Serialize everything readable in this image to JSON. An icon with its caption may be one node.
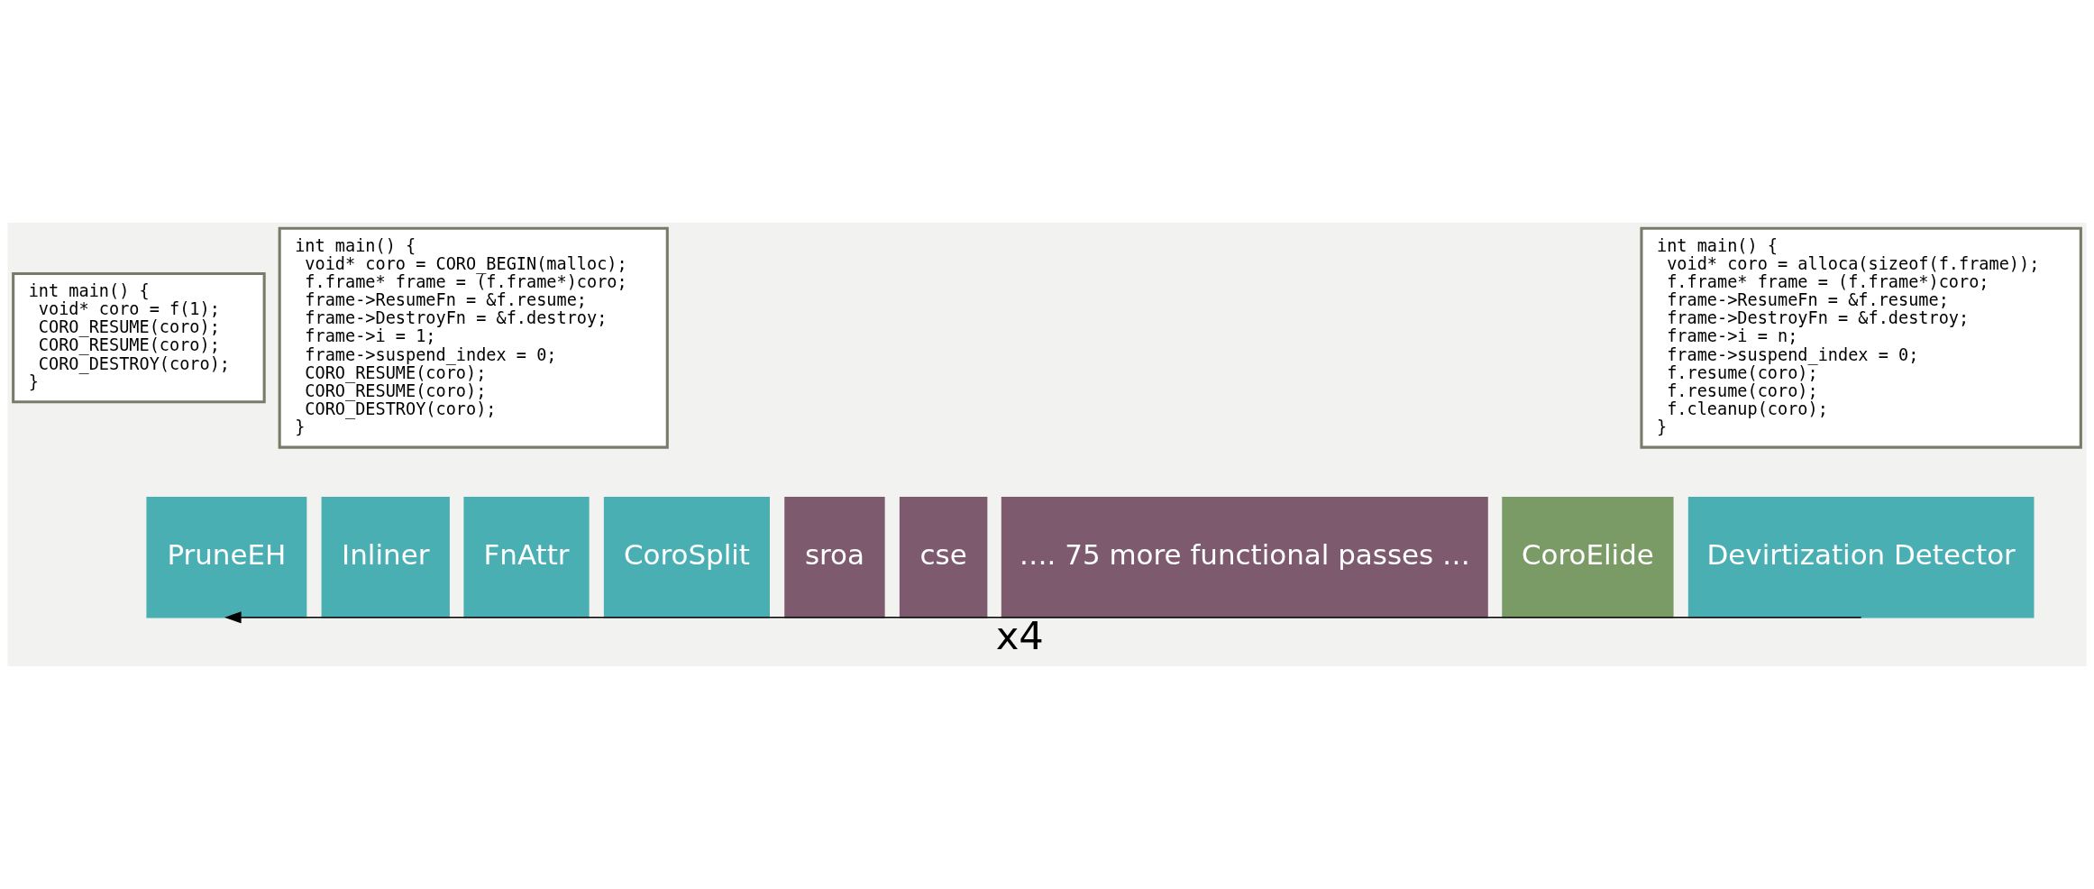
{
  "diagram": {
    "nodes": [
      {
        "text": [
          "PruneEH"
        ]
      },
      {
        "text": [
          "Inliner"
        ]
      },
      {
        "text": [
          "FnAttr"
        ]
      },
      {
        "text": [
          "CoroSplit"
        ]
      },
      {
        "text": [
          "sroa"
        ]
      },
      {
        "text": [
          "cse"
        ]
      },
      {
        "text": [
          "…. 75 more functional passes …"
        ]
      },
      {
        "text": [
          "CoroElide"
        ]
      },
      {
        "text": [
          "Devirtization Detector"
        ]
      },
      {
        "text": [
          "int main() {",
          "void* coro = f(1);",
          "CORO_RESUME(coro);",
          "CORO_RESUME(coro);",
          "CORO_DESTROY(coro);",
          "}"
        ]
      },
      {
        "text": [
          "int main() {",
          "void* coro = CORO_BEGIN(malloc);",
          "f.frame* frame = (f.frame*)coro;",
          "frame->ResumeFn = &f.resume;",
          "frame->DestroyFn = &f.destroy;",
          "frame->i = 1;",
          "frame->suspend_index = 0;",
          "CORO_RESUME(coro);",
          "CORO_RESUME(coro);",
          "CORO_DESTROY(coro);",
          "}"
        ]
      },
      {
        "text": [
          "int main() {",
          "void* coro = alloca(sizeof(f.frame));",
          "f.frame* frame = (f.frame*)coro;",
          "frame->ResumeFn = &f.resume;",
          "frame->DestroyFn = &f.destroy;",
          "frame->i = n;",
          "frame->suspend_index = 0;",
          "f.resume(coro);",
          "f.resume(coro);",
          "f.cleanup(coro);",
          "}"
        ]
      }
    ],
    "edges": [
      {
        "from": 8,
        "to": 0,
        "arrow": "to",
        "label": "x4"
      }
    ]
  }
}
